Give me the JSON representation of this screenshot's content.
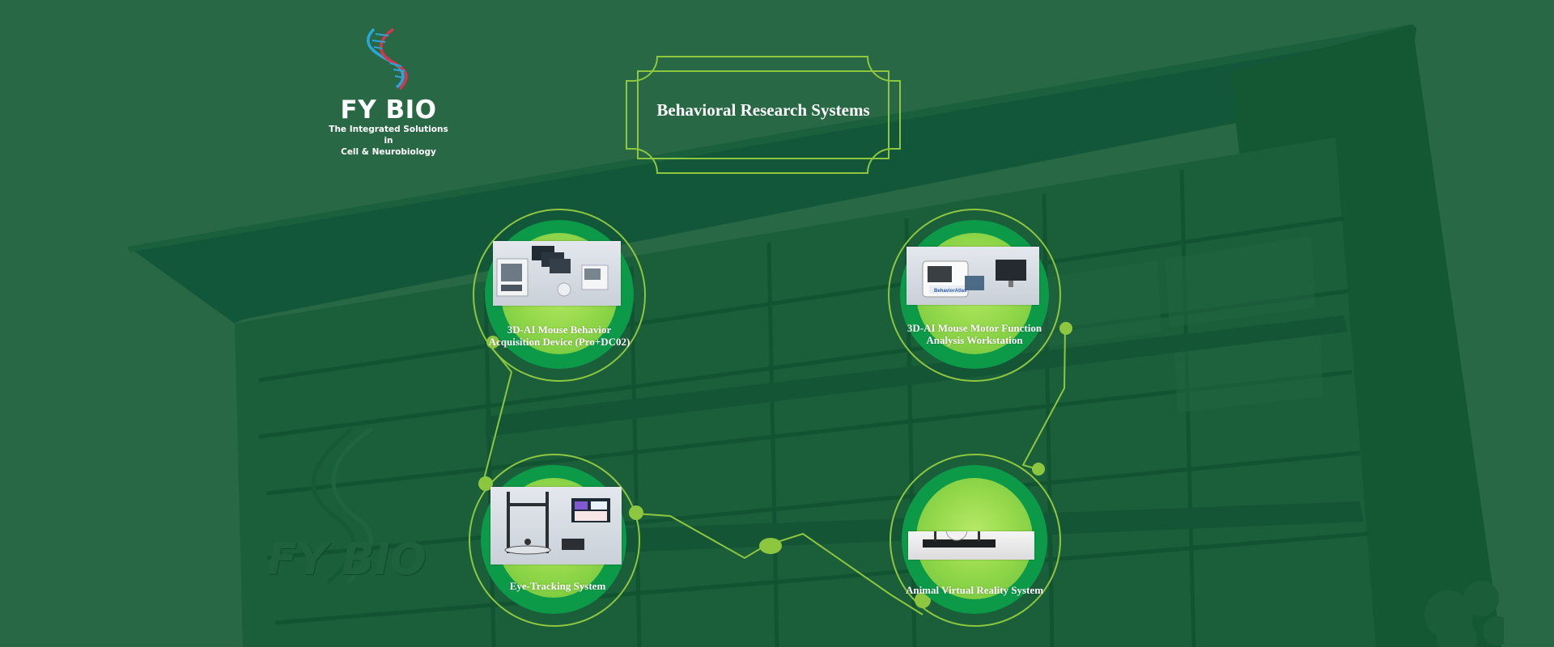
{
  "colors": {
    "background": "#286844",
    "building": "#135833",
    "accent_line": "#8dc63f",
    "disc_green": "#0c9a48",
    "inner_light": "#a8e05a",
    "text": "#ffffff"
  },
  "logo": {
    "icon": "dna-helix-icon",
    "brand": "FY BIO",
    "tagline_line1": "The Integrated Solutions in",
    "tagline_line2": "Cell & Neurobiology"
  },
  "background_sign": {
    "icon": "dna-helix-icon",
    "text": "FY BIO"
  },
  "title": "Behavioral Research Systems",
  "products": [
    {
      "id": "mouse-behavior-acquisition",
      "line1": "3D-AI Mouse Behavior",
      "line2": "Acquisition Device (Pro+DC02)"
    },
    {
      "id": "mouse-motor-function",
      "line1": "3D-AI Mouse Motor Function",
      "line2": "Analysis Workstation",
      "badge": "BehaviorAtlas"
    },
    {
      "id": "eye-tracking",
      "line1": "Eye-Tracking System",
      "line2": ""
    },
    {
      "id": "animal-vr",
      "line1": "Animal Virtual Reality System",
      "line2": ""
    }
  ]
}
